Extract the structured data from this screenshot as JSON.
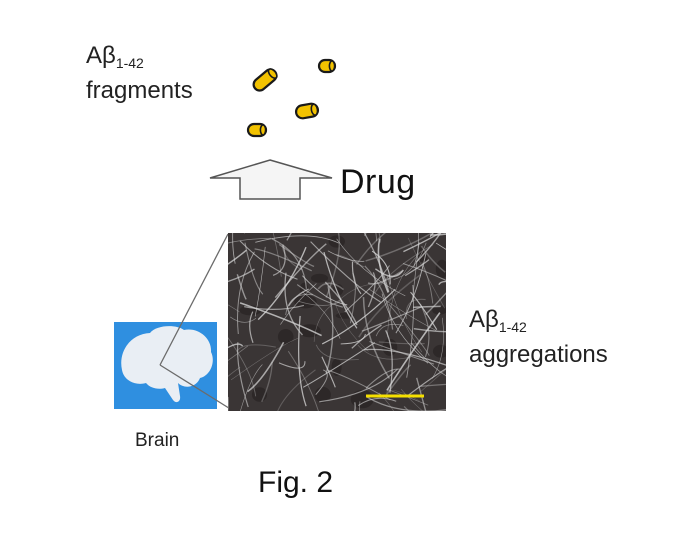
{
  "fragments_label": {
    "prefix": "Aβ",
    "subscript": "1-42",
    "word": "fragments"
  },
  "drug_label": "Drug",
  "aggregations_label": {
    "prefix": "Aβ",
    "subscript": "1-42",
    "word": "aggregations"
  },
  "brain_label": "Brain",
  "figure_caption": "Fig. 2",
  "colors": {
    "fragment_fill": "#f2c200",
    "fragment_stroke": "#1a1a1a",
    "arrow_fill": "#f5f5f5",
    "arrow_stroke": "#555555",
    "brain_tile": "#2f8fe0",
    "brain_silhouette": "#e9eef4",
    "micrograph_bg": "#3a3535",
    "fiber": "#d8d8d8",
    "scale_bar": "#f5e000"
  },
  "icons": {
    "fragment": "capsule-fragment-icon",
    "arrow": "up-arrow-icon",
    "brain": "brain-icon"
  }
}
